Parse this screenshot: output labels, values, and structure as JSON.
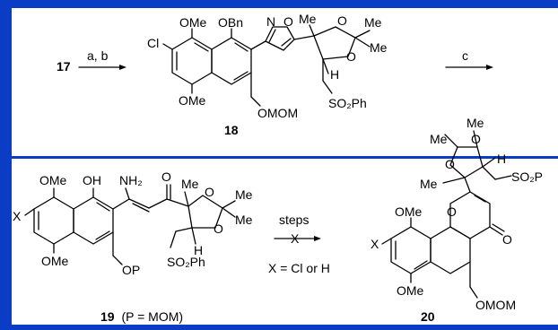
{
  "frame_color": "#0a3cc6",
  "row1": {
    "start_compound": "17",
    "arrow1_label": "a, b",
    "product_number": "18",
    "arrow2_label": "c",
    "substituents": {
      "cl": "Cl",
      "ome_top": "OMe",
      "obn": "OBn",
      "ome_bottom": "OMe",
      "omom": "OMOM",
      "isoxazole_n": "N",
      "isoxazole_o": "O",
      "me_top": "Me",
      "me_right": "Me",
      "me_side": "Me",
      "o_ring1": "O",
      "o_ring2": "O",
      "h": "H",
      "so2ph": "SO₂Ph"
    }
  },
  "row2": {
    "left_label_num": "19",
    "left_label_text": "(P = MOM)",
    "arrow_label": "steps",
    "arrow_cross": "X",
    "condition": "X = Cl or H",
    "product_number": "20",
    "left_substituents": {
      "x": "X",
      "ome_top": "OMe",
      "oh": "OH",
      "nh2": "NH₂",
      "carbonyl_o": "O",
      "me": "Me",
      "o1": "O",
      "o2": "O",
      "me2": "Me",
      "me3": "Me",
      "h": "H",
      "so2ph": "SO₂Ph",
      "ome_bottom": "OMe",
      "op": "OP"
    },
    "right_substituents": {
      "me_top": "Me",
      "me_left": "Me",
      "o1": "O",
      "o2": "O",
      "h": "H",
      "so2p": "SO₂P",
      "me_side": "Me",
      "ome_top": "OMe",
      "ring_o": "O",
      "x": "X",
      "carbonyl_o": "O",
      "ome_bottom": "OMe",
      "omom": "OMOM"
    }
  }
}
